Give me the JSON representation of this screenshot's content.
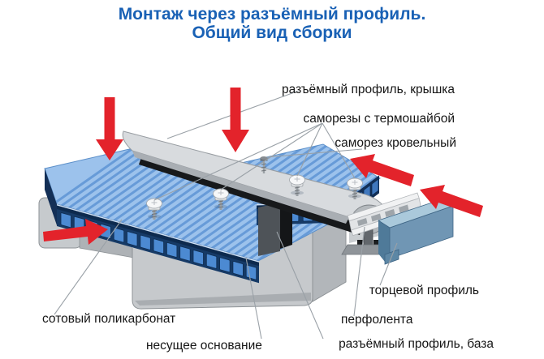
{
  "title": {
    "line1": "Монтаж через разъёмный профиль.",
    "line2": "Общий вид сборки"
  },
  "labels": {
    "cap_profile": "разъёмный профиль, крышка",
    "thermo_screws": "саморезы с термошайбой",
    "roof_screw": "саморез кровельный",
    "end_profile": "торцевой профиль",
    "perf_tape": "перфолента",
    "base_profile": "разъёмный профиль, база",
    "polycarbonate": "сотовый поликарбонат",
    "support_base": "несущее основание"
  },
  "colors": {
    "arrow-red": "#e3232b",
    "title-blue": "#1961b5",
    "label-text": "#161616",
    "sheet-blue-top": "#9cc2ec",
    "sheet-blue-cells": "#4c8ad2",
    "metal-gray": "#d8dbde"
  }
}
